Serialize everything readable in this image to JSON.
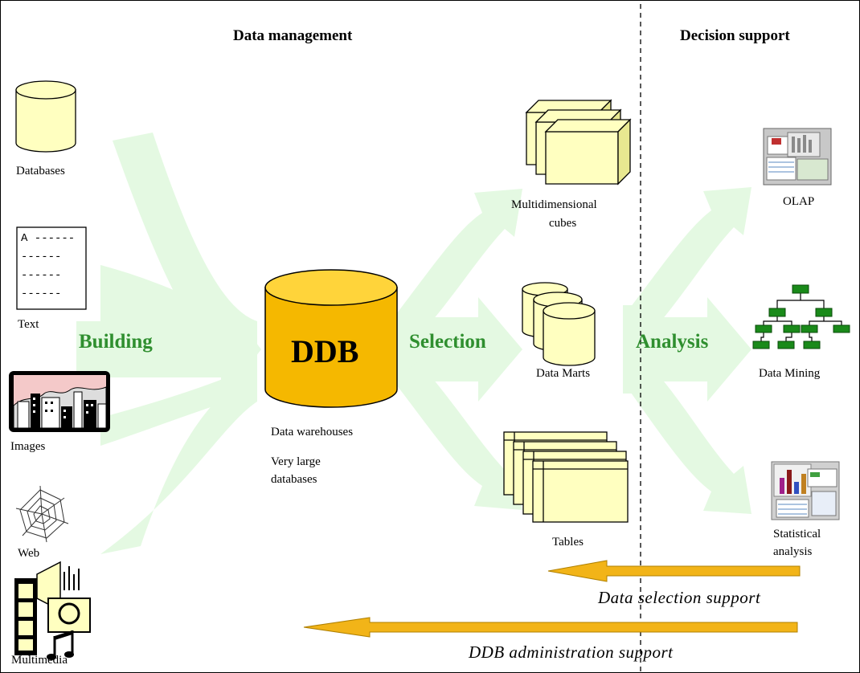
{
  "headers": {
    "data_management": "Data management",
    "decision_support": "Decision support"
  },
  "sources": [
    {
      "label": "Databases",
      "icon": "database-cylinder-icon"
    },
    {
      "label": "Text",
      "icon": "text-document-icon"
    },
    {
      "label": "Images",
      "icon": "city-image-icon"
    },
    {
      "label": "Web",
      "icon": "spider-web-icon"
    },
    {
      "label": "Multimedia",
      "icon": "multimedia-icon"
    }
  ],
  "text_doc_lines": [
    "A ------",
    "------",
    "------",
    "------"
  ],
  "stages": {
    "building": "Building",
    "selection": "Selection",
    "analysis": "Analysis"
  },
  "ddb": {
    "label": "DDB",
    "caption_1": "Data warehouses",
    "caption_2": "Very large",
    "caption_3": "databases"
  },
  "stores": {
    "cubes_1": "Multidimensional",
    "cubes_2": "cubes",
    "marts": "Data Marts",
    "tables": "Tables"
  },
  "tools": {
    "olap": "OLAP",
    "mining": "Data Mining",
    "stats_1": "Statistical",
    "stats_2": "analysis"
  },
  "support": {
    "selection": "Data selection support",
    "administration": "DDB administration support"
  },
  "colors": {
    "flow_arrow": "#e4f9e2",
    "cylinder_light": "#ffffc0",
    "ddb_fill": "#f5b800",
    "support_arrow": "#f2b418",
    "mining_green": "#1a8a1a"
  }
}
